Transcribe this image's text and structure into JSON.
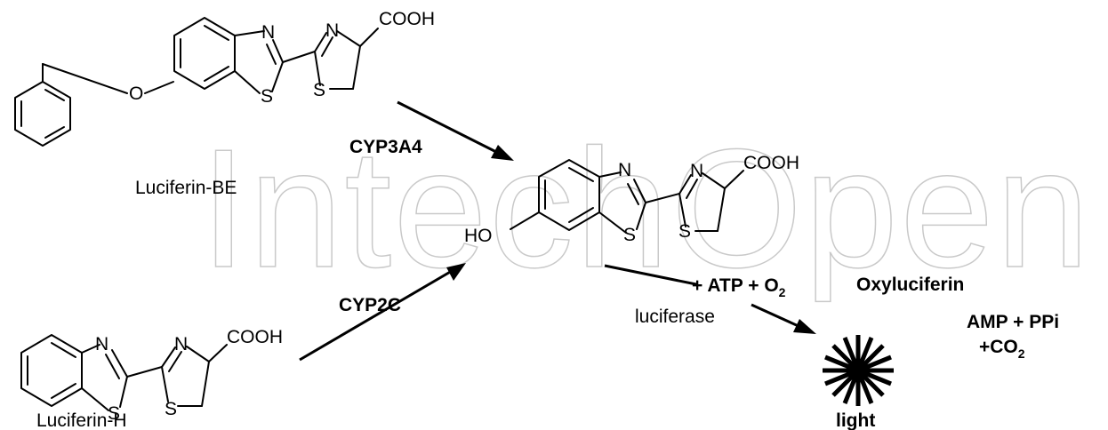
{
  "watermark": "IntechOpen",
  "labels": {
    "luciferin_be": "Luciferin-BE",
    "luciferin_h": "Luciferin-H",
    "cyp3a4": "CYP3A4",
    "cyp2c": "CYP2C",
    "luciferase": "luciferase",
    "atp_prefix": "+ ATP + O",
    "atp_sub": "2",
    "oxyluciferin": "Oxyluciferin",
    "amp": "AMP + PPi",
    "co2_prefix": "+CO",
    "co2_sub": "2",
    "light": "light"
  },
  "atoms": {
    "N": "N",
    "S": "S",
    "O": "O",
    "COOH": "COOH",
    "HO": "HO"
  }
}
